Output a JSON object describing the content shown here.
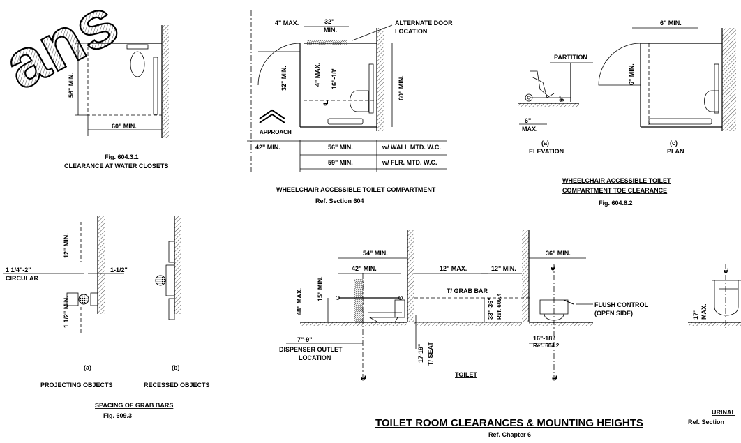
{
  "watermark": {
    "text": "ans"
  },
  "fig_604_3_1": {
    "dim_56": "56\" MIN.",
    "dim_60": "60\" MIN.",
    "fig_number": "Fig. 604.3.1",
    "caption": "CLEARANCE AT WATER CLOSETS"
  },
  "compartment": {
    "dim_4max_top": "4\" MAX.",
    "dim_32_top": "32\"",
    "dim_32_top_min": "MIN.",
    "alt_door_1": "ALTERNATE DOOR",
    "alt_door_2": "LOCATION",
    "dim_32_side": "32\" MIN.",
    "dim_4max_side": "4\" MAX.",
    "dim_16_18": "16\"-18\"",
    "cl": "℄",
    "dim_60": "60\" MIN.",
    "approach": "APPROACH",
    "dim_42": "42\" MIN.",
    "dim_56": "56\" MIN.",
    "dim_59": "59\" MIN.",
    "wall_mtd": "w/ WALL MTD. W.C.",
    "flr_mtd": "w/ FLR. MTD. W.C.",
    "title": "WHEELCHAIR ACCESSIBLE TOILET COMPARTMENT",
    "ref": "Ref. Section 604"
  },
  "toe_clearance": {
    "partition": "PARTITION",
    "dim_9": "9\"",
    "dim_6_max_1": "6\"",
    "dim_6_max_2": "MAX.",
    "label_a": "(a)",
    "elevation": "ELEVATION",
    "dim_6_min_top": "6\" MIN.",
    "dim_6_min_side": "6\" MIN.",
    "label_c": "(c)",
    "plan": "PLAN",
    "title_1": "WHEELCHAIR ACCESSIBLE TOILET",
    "title_2": "COMPARTMENT TOE CLEARANCE",
    "fig": "Fig. 604.8.2"
  },
  "grab_bars": {
    "dim_12": "12\" MIN.",
    "dim_circular_1": "1 1/4\"-2\"",
    "dim_circular_2": "CIRCULAR",
    "dim_1_5": "1-1/2\"",
    "dim_1_5_min": "1 1/2\" MIN.",
    "label_a": "(a)",
    "projecting": "PROJECTING OBJECTS",
    "label_b": "(b)",
    "recessed": "RECESSED OBJECTS",
    "title": "SPACING OF GRAB  BARS",
    "fig": "Fig. 609.3"
  },
  "toilet": {
    "dim_54": "54\" MIN.",
    "dim_42": "42\" MIN.",
    "dim_12max": "12\" MAX.",
    "dim_12min": "12\" MIN.",
    "dim_36": "36\" MIN.",
    "grab_bar": "T/ GRAB BAR",
    "flush_1": "FLUSH CONTROL",
    "flush_2": "(OPEN SIDE)",
    "dim_48": "48\" MAX.",
    "dim_15": "15\" MIN.",
    "dim_33_36": "33\"-36\"",
    "ref_609_4": "Ref. 609.4",
    "dim_7_9": "7\"-9\"",
    "dispenser_1": "DISPENSER OUTLET",
    "dispenser_2": "LOCATION",
    "dim_17_19": "17-19\"",
    "seat": "T/ SEAT",
    "dim_16_18": "16\"-18\"",
    "ref_604_2": "Ref. 604.2",
    "title": "TOILET",
    "cl": "℄"
  },
  "urinal": {
    "dim_17": "17\"",
    "dim_max": "MAX.",
    "title": "URINAL",
    "ref": "Ref. Section",
    "cl": "℄"
  },
  "main": {
    "title": "TOILET ROOM CLEARANCES & MOUNTING HEIGHTS",
    "ref": "Ref. Chapter 6"
  }
}
